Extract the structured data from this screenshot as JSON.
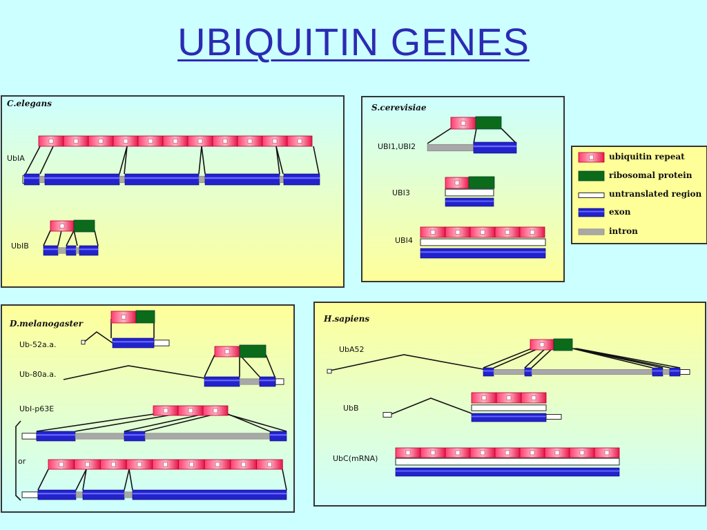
{
  "title": "UBIQUITIN GENES",
  "colors": {
    "ubiquitin": "#e8174a",
    "ribosomal": "#0b6b1a",
    "exon": "#2323cc",
    "intron": "#a8a8a8",
    "utr": "#ffffff",
    "bg_top": "#ccffff",
    "bg_panel": "#ffff99"
  },
  "panels": {
    "celegans": {
      "species": "C.elegans",
      "genes": [
        "UbIA",
        "UbIB"
      ]
    },
    "scerevisiae": {
      "species": "S.cerevisiae",
      "genes": [
        "UBI1,UBI2",
        "UBI3",
        "UBI4"
      ]
    },
    "dmelanogaster": {
      "species": "D.melanogaster",
      "genes": [
        "Ub-52a.a.",
        "Ub-80a.a.",
        "UbI-p63E"
      ],
      "or_label": "or"
    },
    "hsapiens": {
      "species": "H.sapiens",
      "genes": [
        "UbA52",
        "UbB",
        "UbC(mRNA)"
      ]
    }
  },
  "legend": [
    {
      "icon": "ubiquitin-repeat-icon",
      "label": "ubiquitin repeat"
    },
    {
      "icon": "ribosomal-protein-icon",
      "label": "ribosomal protein"
    },
    {
      "icon": "untranslated-region-icon",
      "label": "untranslated region"
    },
    {
      "icon": "exon-icon",
      "label": "exon"
    },
    {
      "icon": "intron-icon",
      "label": "intron"
    }
  ]
}
